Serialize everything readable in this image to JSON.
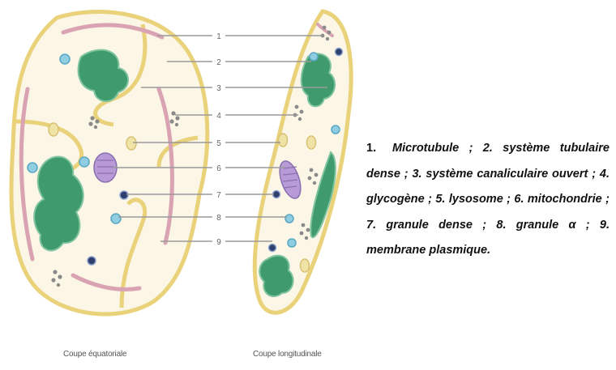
{
  "numbers": [
    "1",
    "2",
    "3",
    "4",
    "5",
    "6",
    "7",
    "8",
    "9"
  ],
  "captions": {
    "equatorial": "Coupe équatoriale",
    "longitudinal": "Coupe longitudinale"
  },
  "legend": {
    "first_number": "1.",
    "text": "Microtubule ; 2. système tubulaire dense ; 3. système canaliculaire ouvert ; 4. glycogène ; 5. lysosome ; 6. mitochondrie ; 7. granule dense ; 8. granule α ; 9. membrane plasmique."
  },
  "colors": {
    "membrane": "#e9d27a",
    "cytoplasm": "#fbf6e6",
    "tubular": "#d9a3b4",
    "canalicular": "#3f9a6c",
    "mitochondria": "#b89bd6",
    "glycogen": "#8a8a8a",
    "lysosome": "#efe3a6",
    "dense_granule": "#2f3f6e",
    "alpha_granule": "#8fcde3",
    "leader_line": "#9a9a9a"
  }
}
